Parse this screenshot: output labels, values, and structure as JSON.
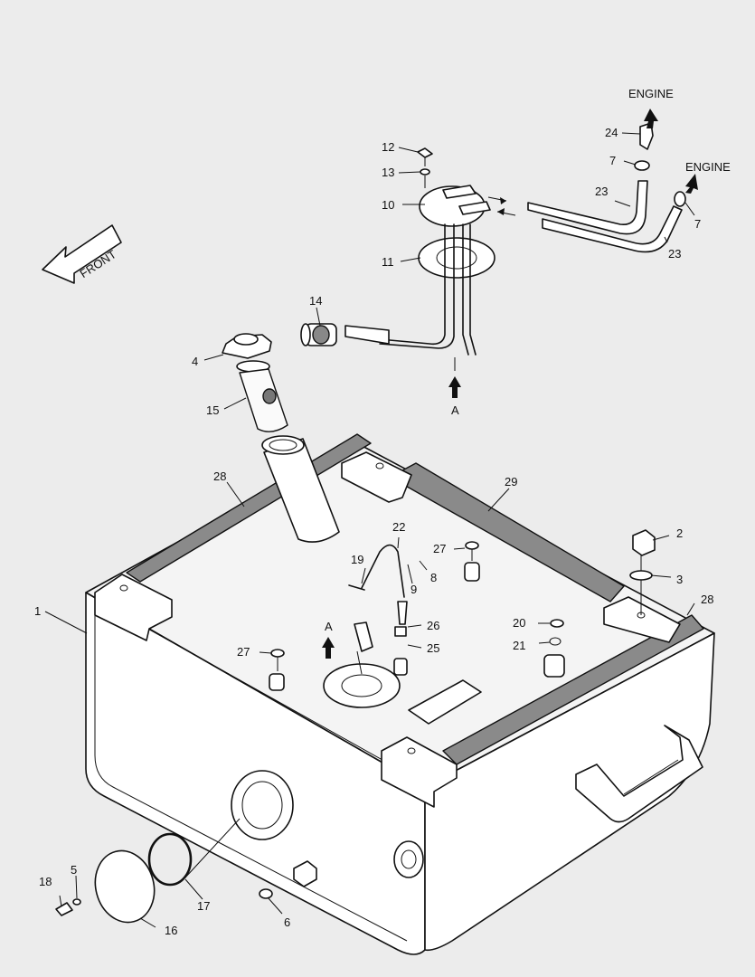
{
  "labels": {
    "front": "FRONT",
    "engine": "ENGINE",
    "view_a": "A",
    "p1": "1",
    "p2": "2",
    "p3": "3",
    "p4": "4",
    "p5": "5",
    "p6": "6",
    "p7": "7",
    "p8": "8",
    "p9": "9",
    "p10": "10",
    "p11": "11",
    "p12": "12",
    "p13": "13",
    "p14": "14",
    "p15": "15",
    "p16": "16",
    "p17": "17",
    "p18": "18",
    "p19": "19",
    "p20": "20",
    "p21": "21",
    "p22": "22",
    "p23": "23",
    "p24": "24",
    "p25": "25",
    "p26": "26",
    "p27": "27",
    "p28": "28",
    "p29": "29"
  }
}
